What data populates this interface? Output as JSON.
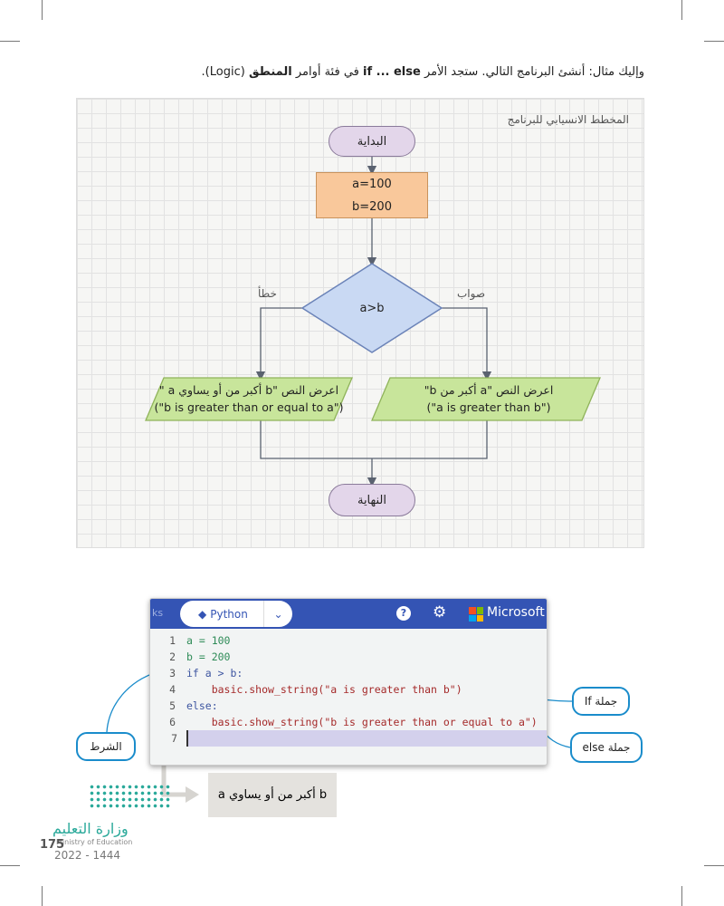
{
  "intro": {
    "part1": "وإليك مثال: أنشئ البرنامج التالي. ستجد الأمر ",
    "cmd": "if ... else",
    "part2": " في فئة أوامر ",
    "logic": "المنطق",
    "part3": " (Logic)."
  },
  "flowchart": {
    "title": "المخطط الانسيابي للبرنامج",
    "start": "البداية",
    "assign_a": "a=100",
    "assign_b": "b=200",
    "condition": "a>b",
    "false_label": "خطأ",
    "true_label": "صواب",
    "false_line1": "اعرض النص \"b أكبر من أو يساوي a \"",
    "false_line2": "(\"b is greater than or equal to a\")",
    "true_line1": "اعرض النص \"a أكبر من b\"",
    "true_line2": "(\"a is greater than b\")",
    "end": "النهاية"
  },
  "editor": {
    "tab_partial": "ks",
    "language": "Python",
    "brand": "Microsoft",
    "lines": [
      {
        "n": "1",
        "code": "a = 100"
      },
      {
        "n": "2",
        "code": "b = 200"
      },
      {
        "n": "3",
        "code": "if a > b:"
      },
      {
        "n": "4",
        "code": "    basic.show_string(\"a is greater than b\")"
      },
      {
        "n": "5",
        "code": "else:"
      },
      {
        "n": "6",
        "code": "    basic.show_string(\"b is greater than or equal to a\")"
      },
      {
        "n": "7",
        "code": ""
      }
    ]
  },
  "callouts": {
    "if": "جملة If",
    "else": "جملة else",
    "condition": "الشرط"
  },
  "translation": "b أكبر من أو يساوي a",
  "footer": {
    "ministry_ar": "وزارة التعليم",
    "ministry_en": "Ministry of Education",
    "year": "2022 - 1444",
    "page": "175"
  },
  "colors": {
    "accent": "#1a8ccb",
    "editor_bar": "#3454b4"
  }
}
